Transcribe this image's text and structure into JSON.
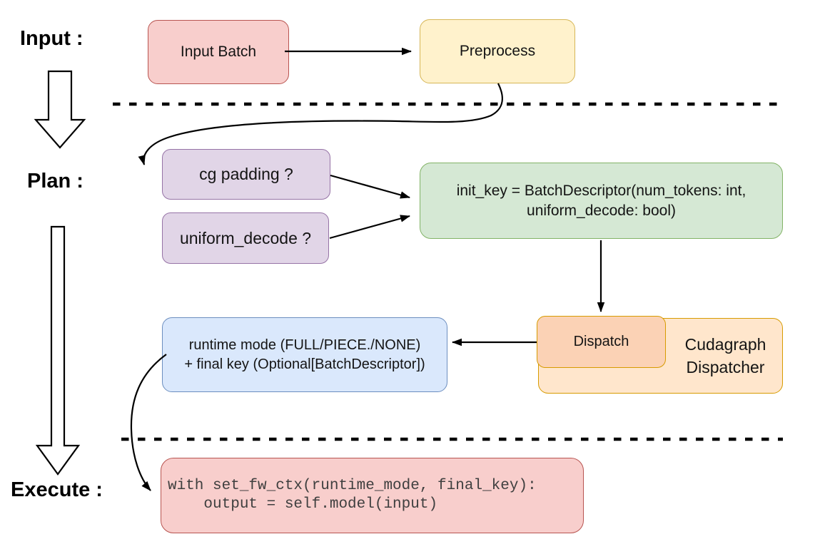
{
  "labels": {
    "input": "Input :",
    "plan": "Plan :",
    "execute": "Execute :"
  },
  "nodes": {
    "input_batch": {
      "label": "Input Batch"
    },
    "preprocess": {
      "label": "Preprocess"
    },
    "cg_padding": {
      "label": "cg padding ?"
    },
    "uniform_decode": {
      "label": "uniform_decode ?"
    },
    "init_key": {
      "line1": "init_key = BatchDescriptor(num_tokens: int,",
      "line2": "uniform_decode: bool)"
    },
    "runtime_mode": {
      "line1": "runtime mode (FULL/PIECE./NONE)",
      "line2": "+ final key (Optional[BatchDescriptor])"
    },
    "dispatch": {
      "label": "Dispatch"
    },
    "cudagraph_dispatcher": {
      "line1": "Cudagraph",
      "line2": "Dispatcher"
    },
    "execute_code": {
      "line1": "with set_fw_ctx(runtime_mode, final_key):",
      "line2": "    output = self.model(input)"
    }
  },
  "palette": {
    "red_fill": "#F8CECC",
    "red_stroke": "#B85450",
    "yellow_fill": "#FFF2CC",
    "yellow_stroke": "#D6B656",
    "purple_fill": "#E1D5E7",
    "purple_stroke": "#9673A6",
    "green_fill": "#D5E8D4",
    "green_stroke": "#82B366",
    "blue_fill": "#DAE8FC",
    "blue_stroke": "#6C8EBF",
    "orange_fill": "#FFE6CC",
    "orange_stroke": "#D79B00",
    "dispatch_inner_fill": "#FBD2B5",
    "arrow_color": "#000000",
    "code_text_color": "#3f3f3f",
    "background": "#ffffff"
  }
}
